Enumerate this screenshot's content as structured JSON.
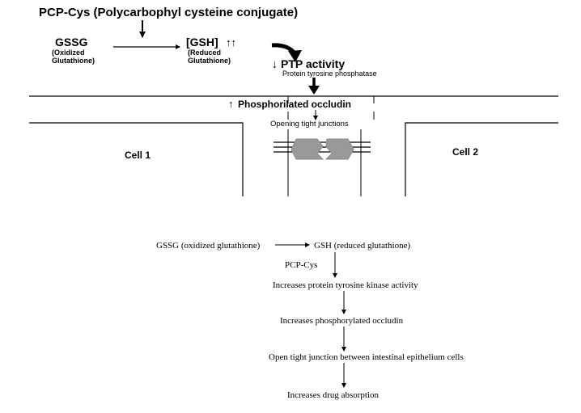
{
  "top_diagram": {
    "title": "PCP-Cys (Polycarbophyl cysteine conjugate)",
    "gssg": "GSSG",
    "gssg_sub_1": "(Oxidized",
    "gssg_sub_2": "Glutathione)",
    "gsh": "[GSH]",
    "gsh_arrows": "↑↑",
    "gsh_sub_1": "(Reduced",
    "gsh_sub_2": "Glutathione)",
    "ptp_arrow": "↓",
    "ptp": "PTP activity",
    "ptp_sub": "Protein tyrosine phosphatase",
    "occludin_arrow": "↑",
    "occludin": "Phosphorilated occludin",
    "opening": "Opening tight junctions",
    "cell1": "Cell 1",
    "cell2": "Cell 2"
  },
  "bottom_flow": {
    "gssg": "GSSG (oxidized glutathione)",
    "gsh": "GSH (reduced glutathione)",
    "pcp": "PCP-Cys",
    "step1": "Increases protein tyrosine kinase activity",
    "step2": "Increases phosphorylated occludin",
    "step3": "Open tight junction between intestinal epithelium cells",
    "step4": "Increases drug absorption"
  }
}
